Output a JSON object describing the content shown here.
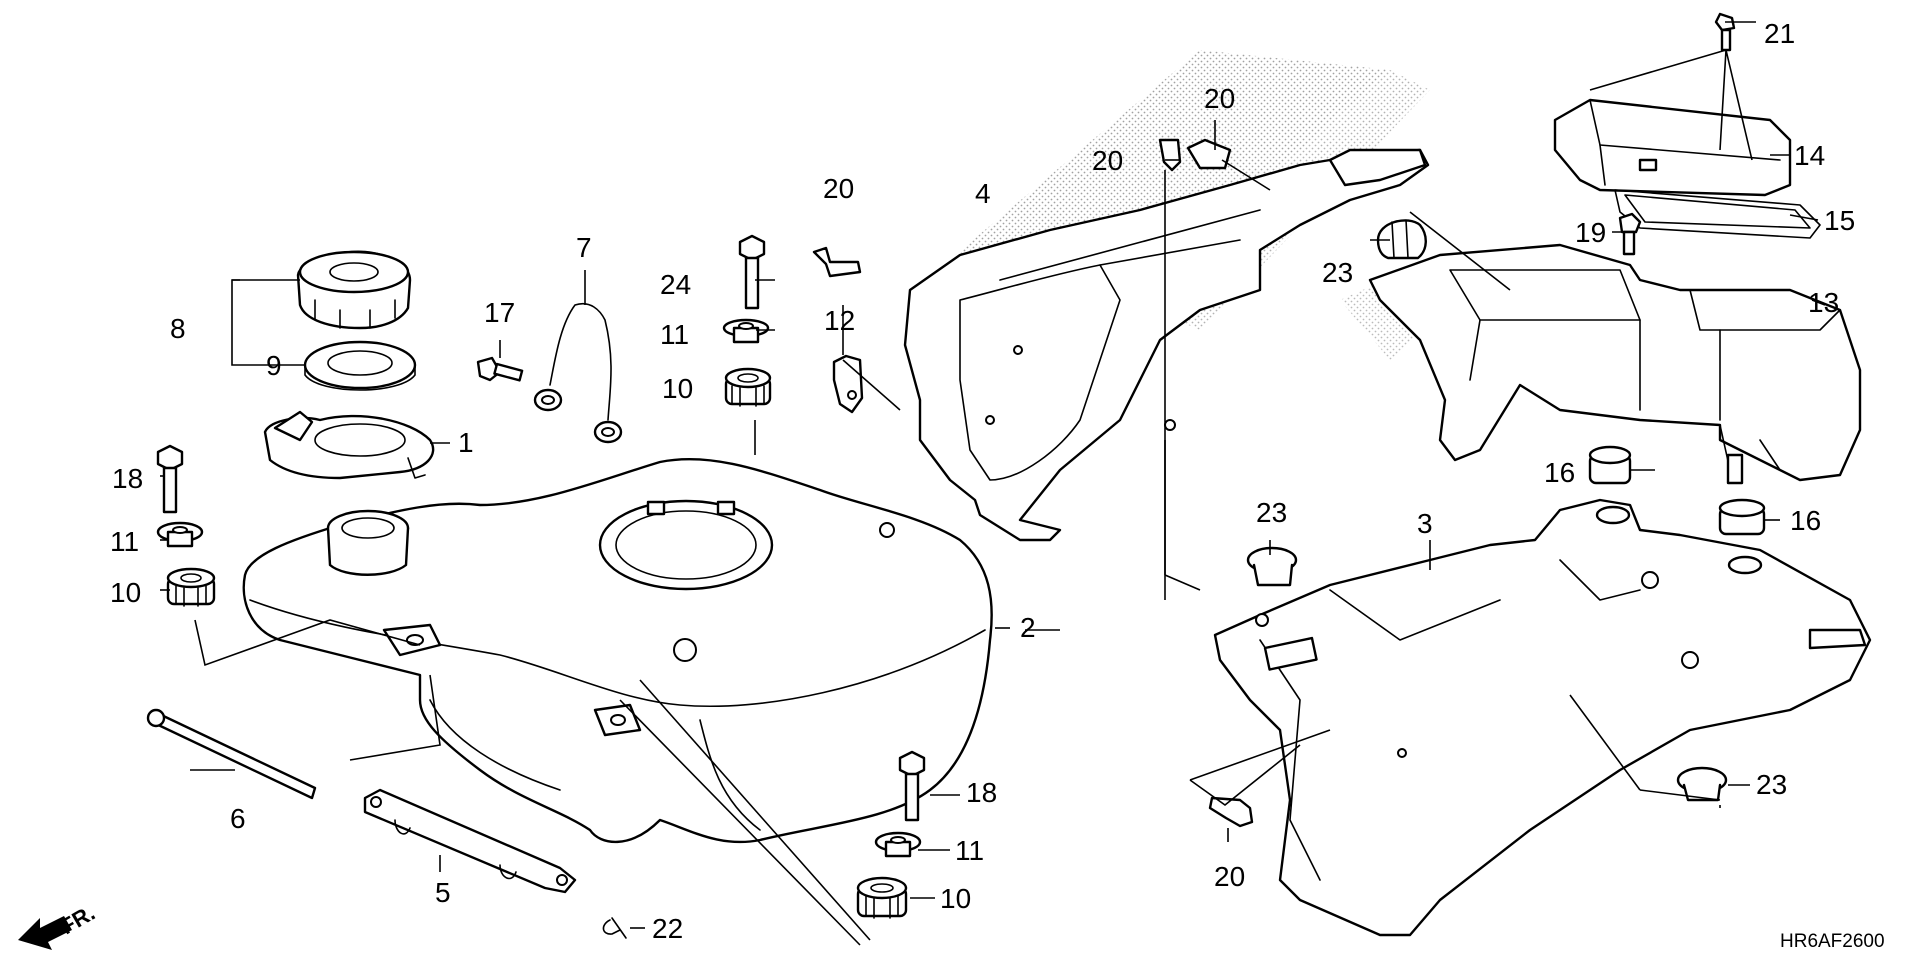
{
  "diagram_code": "HR6AF2600",
  "front_marker": "FR.",
  "callouts": [
    {
      "id": "c1",
      "num": "1"
    },
    {
      "id": "c2",
      "num": "2"
    },
    {
      "id": "c3",
      "num": "3"
    },
    {
      "id": "c4",
      "num": "4"
    },
    {
      "id": "c5",
      "num": "5"
    },
    {
      "id": "c6",
      "num": "6"
    },
    {
      "id": "c7",
      "num": "7"
    },
    {
      "id": "c8",
      "num": "8"
    },
    {
      "id": "c9",
      "num": "9"
    },
    {
      "id": "c10a",
      "num": "10"
    },
    {
      "id": "c10b",
      "num": "10"
    },
    {
      "id": "c10c",
      "num": "10"
    },
    {
      "id": "c11a",
      "num": "11"
    },
    {
      "id": "c11b",
      "num": "11"
    },
    {
      "id": "c11c",
      "num": "11"
    },
    {
      "id": "c12",
      "num": "12"
    },
    {
      "id": "c13",
      "num": "13"
    },
    {
      "id": "c14",
      "num": "14"
    },
    {
      "id": "c15",
      "num": "15"
    },
    {
      "id": "c16a",
      "num": "16"
    },
    {
      "id": "c16b",
      "num": "16"
    },
    {
      "id": "c17",
      "num": "17"
    },
    {
      "id": "c18a",
      "num": "18"
    },
    {
      "id": "c18b",
      "num": "18"
    },
    {
      "id": "c19",
      "num": "19"
    },
    {
      "id": "c20a",
      "num": "20"
    },
    {
      "id": "c20b",
      "num": "20"
    },
    {
      "id": "c20c",
      "num": "20"
    },
    {
      "id": "c20d",
      "num": "20"
    },
    {
      "id": "c21",
      "num": "21"
    },
    {
      "id": "c22",
      "num": "22"
    },
    {
      "id": "c23a",
      "num": "23"
    },
    {
      "id": "c23b",
      "num": "23"
    },
    {
      "id": "c23c",
      "num": "23"
    },
    {
      "id": "c24",
      "num": "24"
    }
  ]
}
